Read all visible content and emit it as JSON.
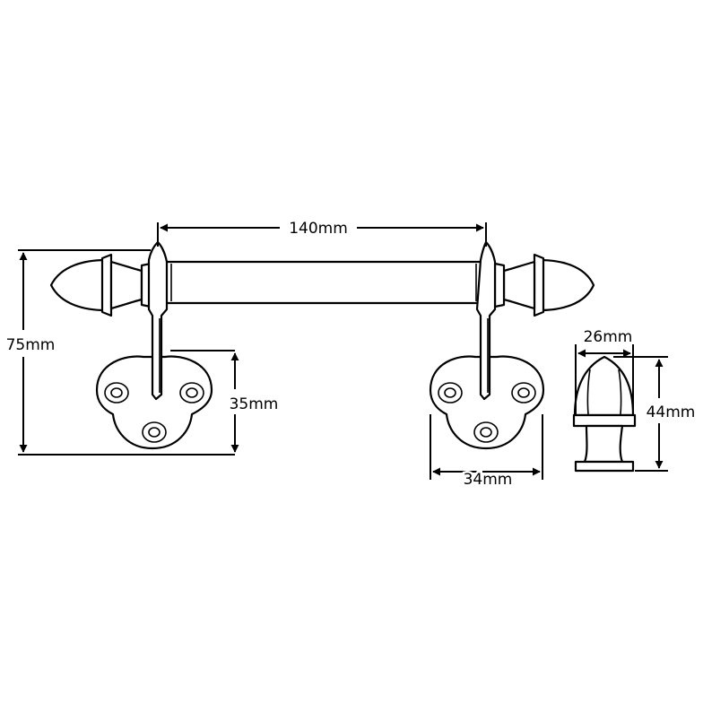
{
  "dimensions": {
    "bar_length": "140mm",
    "total_height": "75mm",
    "plate_height": "35mm",
    "plate_width": "34mm",
    "finial_width": "26mm",
    "finial_height": "44mm"
  },
  "colors": {
    "line": "#000000",
    "background": "#ffffff"
  }
}
